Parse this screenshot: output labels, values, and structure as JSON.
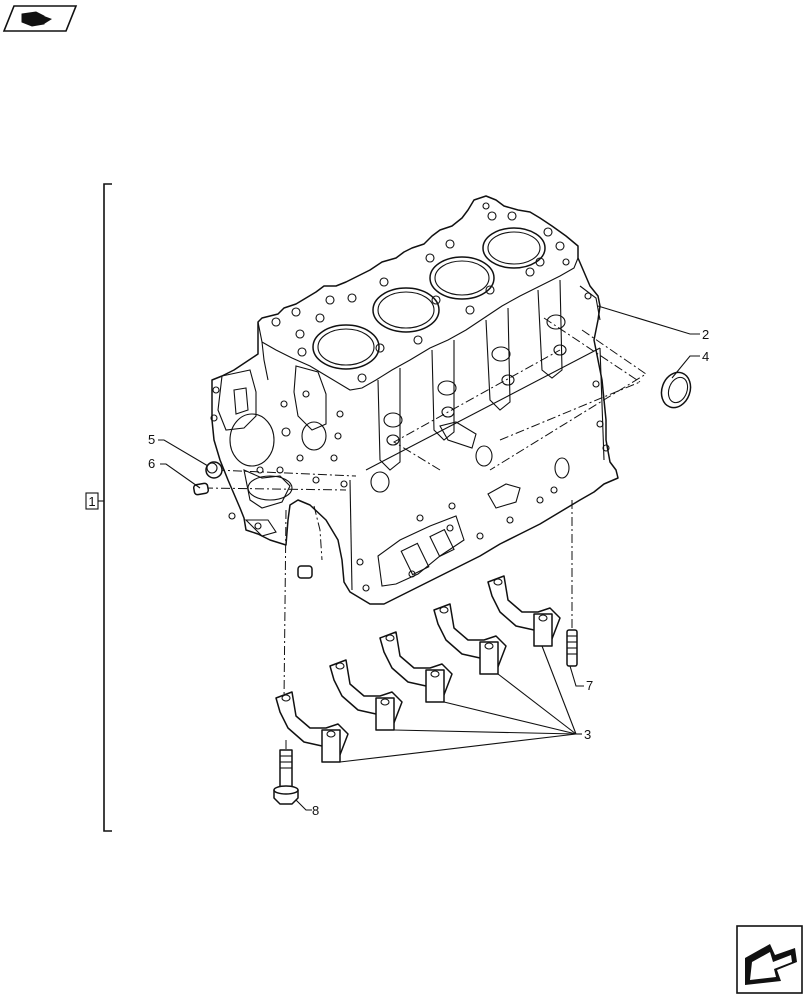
{
  "diagram": {
    "group_label": "1",
    "callouts": [
      {
        "id": "c2",
        "text": "2"
      },
      {
        "id": "c3",
        "text": "3"
      },
      {
        "id": "c4",
        "text": "4"
      },
      {
        "id": "c5",
        "text": "5"
      },
      {
        "id": "c6",
        "text": "6"
      },
      {
        "id": "c7",
        "text": "7"
      },
      {
        "id": "c8",
        "text": "8"
      }
    ]
  },
  "icons": {
    "top_left": "book-page-icon",
    "bottom_right": "next-page-arrow-icon"
  }
}
